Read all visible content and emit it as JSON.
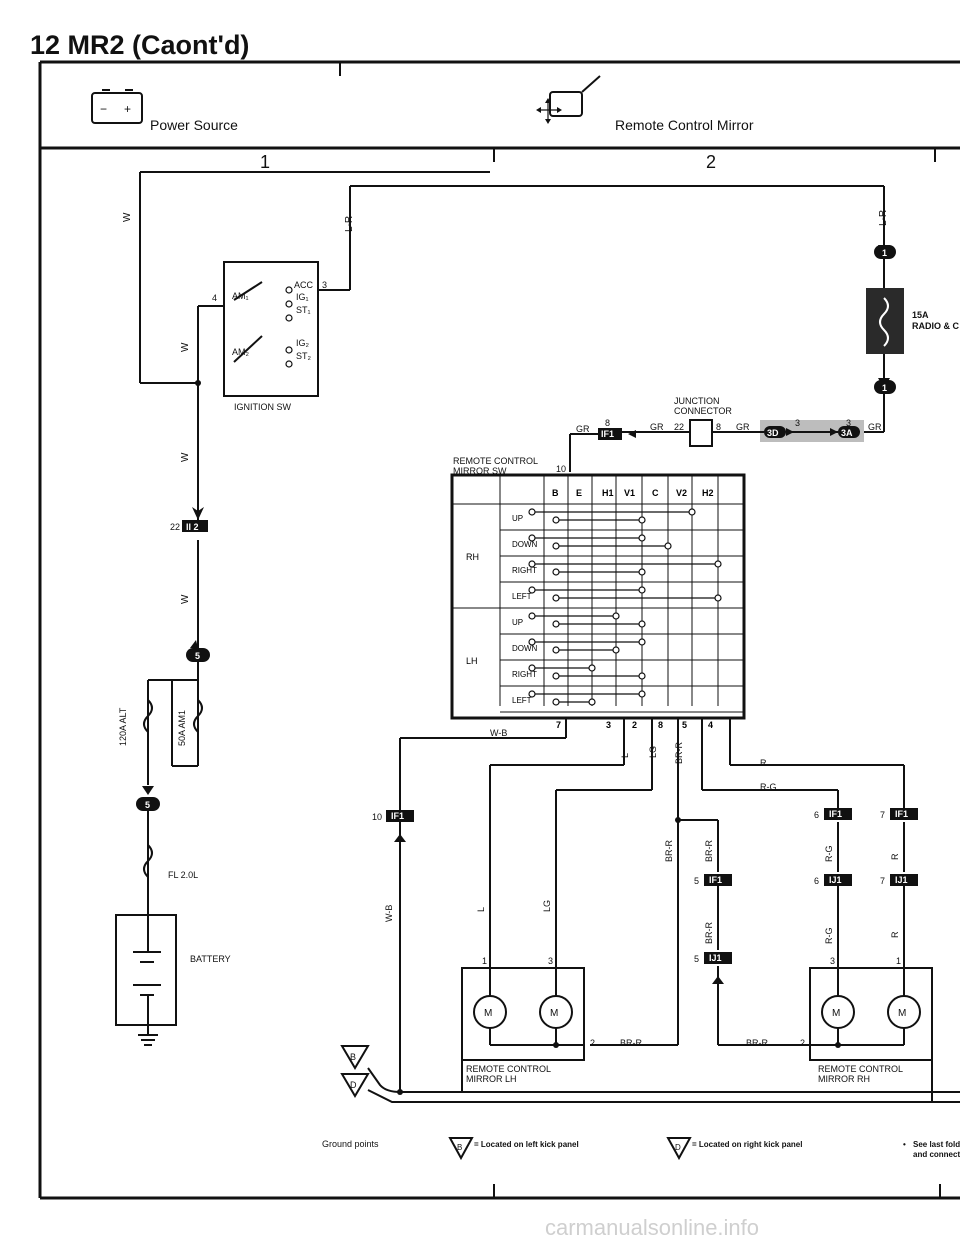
{
  "page_title": "12 MR2 (Caont'd)",
  "header": {
    "power_source": "Power Source",
    "remote_control_mirror": "Remote Control Mirror",
    "col1": "1",
    "col2": "2"
  },
  "wire_colors": {
    "w": "W",
    "lr": "L-R",
    "gr": "GR",
    "wb": "W-B",
    "l": "L",
    "lg": "LG",
    "brr": "BR-R",
    "r": "R",
    "rg": "R-G"
  },
  "ignition": {
    "label": "IGNITION SW",
    "am1": "AM₁",
    "am2": "AM₂",
    "acc": "ACC",
    "ig1": "IG₁",
    "st1": "ST₁",
    "ig2": "IG₂",
    "st2": "ST₂",
    "pin4": "4",
    "pin3": "3"
  },
  "connectors": {
    "ii2": "II 2",
    "ii2_pin": "22",
    "ifl1": "IF1",
    "ij1": "IJ1",
    "c5": "5",
    "c1": "1",
    "j3d": "3D",
    "j3a": "3A",
    "pin3": "3",
    "pin8": "8",
    "pin22": "22",
    "pin10": "10",
    "pin5": "5",
    "pin6": "6",
    "pin7": "7"
  },
  "fuses": {
    "alt": "120A ALT",
    "am1": "50A AM1",
    "fl": "FL 2.0L",
    "radio_amp": "15A",
    "radio": "RADIO & C"
  },
  "battery": "BATTERY",
  "junction_connector": {
    "line1": "JUNCTION",
    "line2": "CONNECTOR"
  },
  "mirror_sw": {
    "label_line1": "REMOTE CONTROL",
    "label_line2": "MIRROR SW",
    "pin": "10",
    "columns": [
      "B",
      "E",
      "H1",
      "V1",
      "C",
      "V2",
      "H2"
    ],
    "groups": [
      "RH",
      "LH"
    ],
    "rows": [
      "UP",
      "DOWN",
      "RIGHT",
      "LEFT",
      "UP",
      "DOWN",
      "RIGHT",
      "LEFT"
    ],
    "bottom_pins": [
      "7",
      "3",
      "2",
      "8",
      "5",
      "4"
    ]
  },
  "mirror_lh": {
    "line1": "REMOTE CONTROL",
    "line2": "MIRROR LH",
    "pin1": "1",
    "pin3": "3",
    "pin2": "2"
  },
  "mirror_rh": {
    "line1": "REMOTE CONTROL",
    "line2": "MIRROR RH",
    "pin3": "3",
    "pin1": "1",
    "pin2": "2"
  },
  "motor": "M",
  "ground": {
    "label": "Ground points",
    "b": "B",
    "d": "D",
    "b_desc": "= Located on left kick panel",
    "d_desc": "= Located on right kick panel",
    "note_line1": "See last fold",
    "note_line2": "and connect",
    "bullet": "•"
  },
  "watermark": "carmanualsonline.info"
}
